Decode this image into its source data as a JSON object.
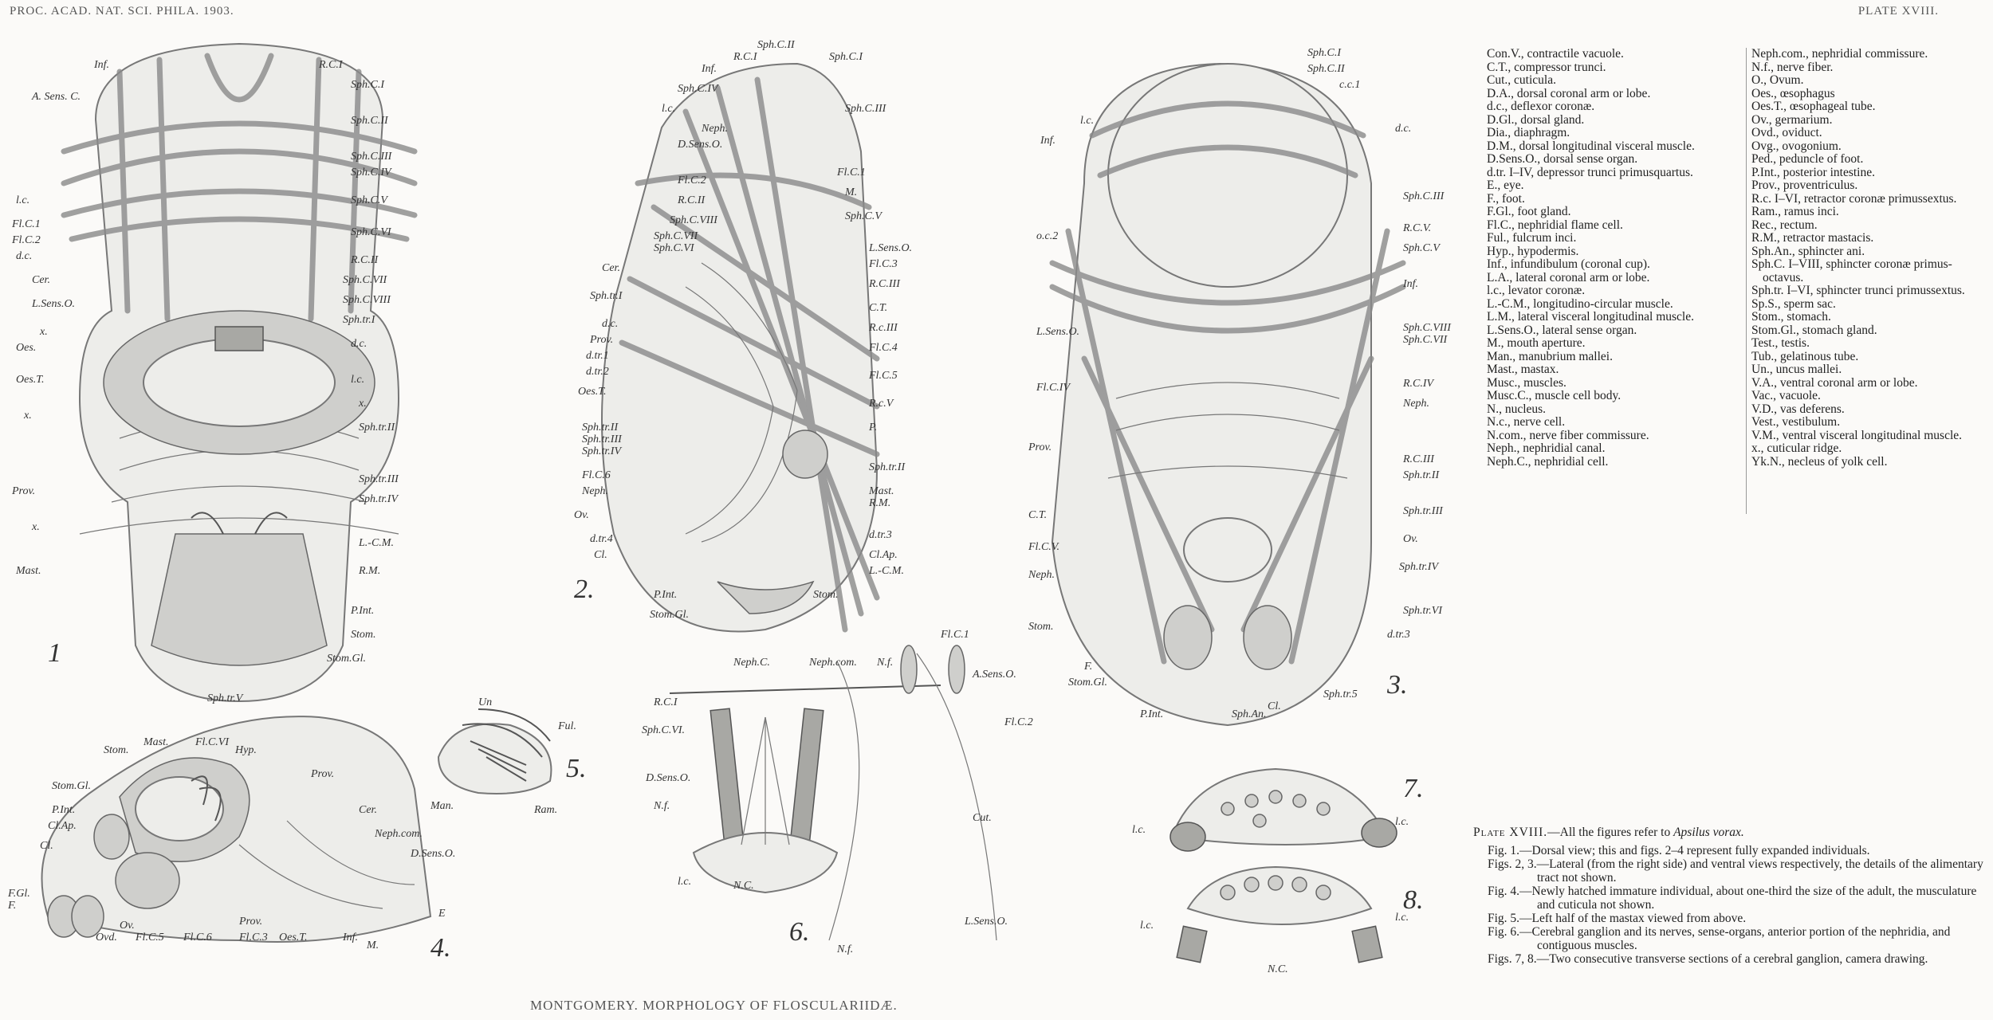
{
  "header": {
    "left": "PROC. ACAD. NAT. SCI. PHILA. 1903.",
    "right": "PLATE XVIII."
  },
  "footer": "MONTGOMERY.  MORPHOLOGY OF FLOSCULARIIDÆ.",
  "figures": {
    "fig1": {
      "number": "1",
      "labels": [
        "Inf.",
        "R.C.I",
        "A. Sens. C.",
        "Sph.C.I",
        "Sph.C.II",
        "Sph.C.III",
        "Sph.C.IV",
        "Sph.C.V",
        "l.c.",
        "Fl.C.1",
        "Fl.C.2",
        "d.c.",
        "Sph.C.VI",
        "R.C.II",
        "Cer.",
        "Sph.C.VII",
        "Sph.C.VIII",
        "L.Sens.O.",
        "Sph.tr.I",
        "x.",
        "Oes.",
        "d.c.",
        "Oes.T.",
        "l.c.",
        "x.",
        "x.",
        "Sph.tr.II",
        "Prov.",
        "Sph.tr.III",
        "Sph.tr.IV",
        "x.",
        "L.-C.M.",
        "Mast.",
        "R.M.",
        "P.Int.",
        "Stom.",
        "Stom.Gl.",
        "Sph.tr.V"
      ]
    },
    "fig2": {
      "number": "2.",
      "labels": [
        "Sph.C.II",
        "R.C.I",
        "Sph.C.I",
        "Inf.",
        "Sph.C.IV",
        "l.c.",
        "Sph.C.III",
        "Neph.",
        "D.Sens.O.",
        "Fl.C.1",
        "M.",
        "Fl.C.2",
        "R.C.II",
        "Sph.C.V",
        "Sph.C.VIII",
        "Sph.C.VII",
        "Sph.C.VI",
        "L.Sens.O.",
        "Cer.",
        "Fl.C.3",
        "Sph.tr.I",
        "R.C.III",
        "d.c.",
        "C.T.",
        "Prov.",
        "R.c.III",
        "d.tr.1",
        "Fl.C.4",
        "d.tr.2",
        "Oes.T.",
        "Fl.C.5",
        "R.c.V",
        "Sph.tr.II",
        "P.",
        "Sph.tr.III",
        "Sph.tr.IV",
        "Fl.C.6",
        "Sph.tr.II",
        "Neph.",
        "Mast.",
        "Ov.",
        "R.M.",
        "d.tr.4",
        "d.tr.3",
        "Cl.",
        "Cl.Ap.",
        "L.-C.M.",
        "P.Int.",
        "Stom.",
        "Stom.Gl."
      ]
    },
    "fig3": {
      "number": "3.",
      "labels": [
        "Sph.C.I",
        "Sph.C.II",
        "c.c.1",
        "l.c.",
        "d.c.",
        "Inf.",
        "Sph.C.III",
        "o.c.2",
        "R.C.V.",
        "Sph.C.V",
        "Inf.",
        "L.Sens.O.",
        "Sph.C.VIII",
        "Sph.C.VII",
        "Fl.C.IV",
        "R.C.IV",
        "Neph.",
        "Prov.",
        "R.C.III",
        "Sph.tr.II",
        "C.T.",
        "Sph.tr.III",
        "Fl.C.V.",
        "Ov.",
        "Neph.",
        "Sph.tr.IV",
        "Stom.",
        "Sph.tr.VI",
        "d.tr.3",
        "F.",
        "Stom.Gl.",
        "Sph.tr.5",
        "P.Int.",
        "Sph.An.",
        "Cl."
      ]
    },
    "fig4": {
      "number": "4.",
      "labels": [
        "Stom.",
        "Mast.",
        "Fl.C.VI",
        "Hyp.",
        "Stom.Gl.",
        "Prov.",
        "P.Int.",
        "Cl.Ap.",
        "Cer.",
        "Cl.",
        "Neph.com.",
        "D.Sens.O.",
        "F.Gl.",
        "F.",
        "E",
        "Ovd.",
        "Ov.",
        "Fl.C.5",
        "Fl.C.6",
        "Prov.",
        "Fl.C.3",
        "Oes.T.",
        "Inf.",
        "M."
      ]
    },
    "fig5": {
      "number": "5.",
      "labels": [
        "Un",
        "Ful.",
        "Man.",
        "Ram."
      ]
    },
    "fig6": {
      "number": "6.",
      "labels": [
        "Neph.C.",
        "Neph.com.",
        "N.f.",
        "Fl.C.1",
        "A.Sens.O.",
        "R.C.I",
        "Sph.C.VI.",
        "Fl.C.2",
        "D.Sens.O.",
        "N.f.",
        "Cut.",
        "l.c.",
        "N.C.",
        "N.f.",
        "L.Sens.O."
      ]
    },
    "fig7": {
      "number": "7.",
      "labels": [
        "l.c.",
        "l.c."
      ]
    },
    "fig8": {
      "number": "8.",
      "labels": [
        "l.c.",
        "l.c.",
        "N.C."
      ]
    }
  },
  "legend": {
    "col1": [
      "Con.V., contractile vacuole.",
      "C.T., compressor trunci.",
      "Cut., cuticula.",
      "D.A., dorsal coronal arm or lobe.",
      "d.c., deflexor coronæ.",
      "D.Gl., dorsal gland.",
      "Dia., diaphragm.",
      "D.M., dorsal longitudinal visceral muscle.",
      "D.Sens.O., dorsal sense organ.",
      "d.tr. I–IV, depressor trunci primusquartus.",
      "E., eye.",
      "F., foot.",
      "F.Gl., foot gland.",
      "Fl.C., nephridial flame cell.",
      "Ful., fulcrum inci.",
      "Hyp., hypodermis.",
      "Inf., infundibulum (coronal cup).",
      "L.A., lateral coronal arm or lobe.",
      "l.c., levator coronæ.",
      "L.-C.M., longitudino-circular muscle.",
      "L.M., lateral visceral longitudinal muscle.",
      "L.Sens.O., lateral sense organ.",
      "M., mouth aperture.",
      "Man., manubrium mallei.",
      "Mast., mastax.",
      "Musc., muscles.",
      "Musc.C., muscle cell body.",
      "N., nucleus.",
      "N.c., nerve cell.",
      "N.com., nerve fiber commissure.",
      "Neph., nephridial canal.",
      "Neph.C., nephridial cell."
    ],
    "col2": [
      "Neph.com., nephridial commissure.",
      "N.f., nerve fiber.",
      "O., Ovum.",
      "Oes., œsophagus",
      "Oes.T., œsophageal tube.",
      "Ov., germarium.",
      "Ovd., oviduct.",
      "Ovg., ovogonium.",
      "Ped., peduncle of foot.",
      "P.Int., posterior intestine.",
      "Prov., proventriculus.",
      "R.c. I–VI, retractor coronæ primussextus.",
      "Ram., ramus inci.",
      "Rec., rectum.",
      "R.M., retractor mastacis.",
      "Sph.An., sphincter ani.",
      "Sph.C. I–VIII, sphincter coronæ primus-octavus.",
      "Sph.tr. I–VI, sphincter trunci primussextus.",
      "Sp.S., sperm sac.",
      "Stom., stomach.",
      "Stom.Gl., stomach gland.",
      "Test., testis.",
      "Tub., gelatinous tube.",
      "Un., uncus mallei.",
      "V.A., ventral coronal arm or lobe.",
      "Vac., vacuole.",
      "V.D., vas deferens.",
      "Vest., vestibulum.",
      "V.M., ventral visceral longitudinal muscle.",
      "x., cuticular ridge.",
      "Yk.N., necleus of yolk cell."
    ]
  },
  "caption": {
    "plate": "Plate XVIII.",
    "intro": "—All the figures refer to ",
    "species": "Apsilus vorax.",
    "lines": [
      "Fig. 1.—Dorsal view; this and figs. 2–4 represent fully expanded individuals.",
      "Figs. 2, 3.—Lateral (from the right side) and ventral views respectively, the details of the alimentary tract not shown.",
      "Fig. 4.—Newly hatched immature individual, about one-third the size of the adult, the musculature and cuticula not shown.",
      "Fig. 5.—Left half of the mastax viewed from above.",
      "Fig. 6.—Cerebral ganglion and its nerves, sense-organs, anterior portion of the nephridia, and contiguous muscles.",
      "Figs. 7, 8.—Two consecutive transverse sections of a cerebral ganglion, camera drawing."
    ]
  }
}
